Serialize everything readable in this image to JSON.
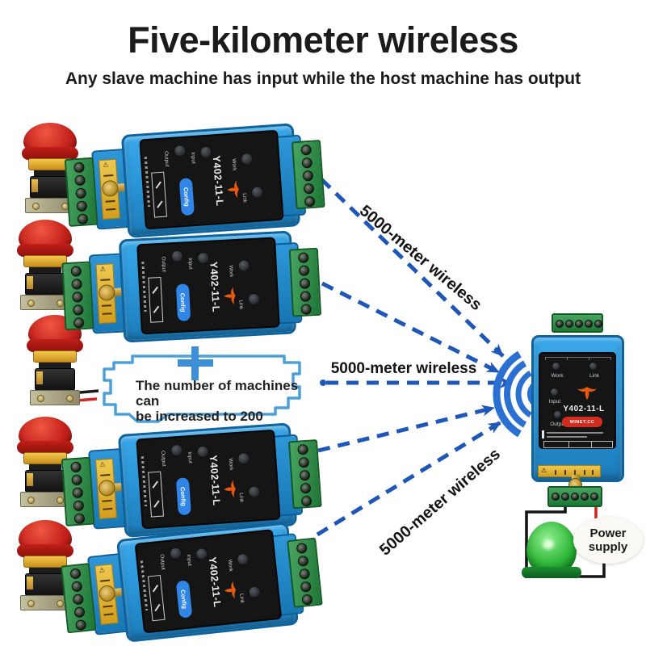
{
  "header": {
    "title": "Five-kilometer wireless",
    "subtitle": "Any slave machine has input while the host machine has output"
  },
  "links": {
    "label_top": "5000-meter wireless",
    "label_middle": "5000-meter wireless",
    "label_bottom": "5000-meter wireless"
  },
  "callout": {
    "line1": "The number of machines can",
    "line2": "be increased to 200"
  },
  "slave_module": {
    "model": "Y402-11-L",
    "config_button": "Config",
    "led_output": "Output",
    "led_input": "Input",
    "led_work": "Work",
    "led_link": "Link"
  },
  "host_module": {
    "model": "Y402-11-L",
    "badge": "WINET.CC",
    "led_work": "Work",
    "led_link": "Link",
    "led_input": "Input",
    "led_output": "Output"
  },
  "power_supply": {
    "line1": "Power",
    "line2": "supply"
  },
  "icons": {
    "warning": "⚠"
  },
  "colors": {
    "arrow_blue": "#1e57b8",
    "device_blue": "#2f9ce0",
    "terminal_green": "#2f8f4c",
    "estop_red": "#c6231c",
    "lamp_green": "#2eb838",
    "brand_orange": "#e8590c"
  }
}
